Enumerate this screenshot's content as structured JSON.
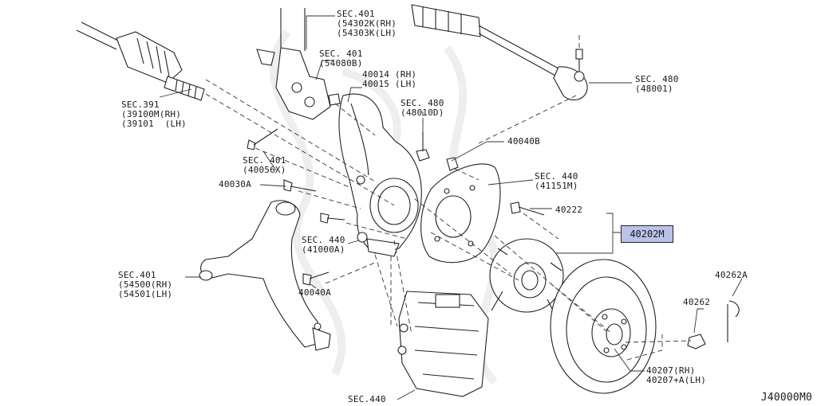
{
  "callouts": {
    "knuckle_sec401": [
      "SEC.401",
      "(54302K(RH)",
      "(54303K(LH)"
    ],
    "bolt_sec401_54080b": [
      "SEC. 401",
      "(54080B)"
    ],
    "knuckle_40014": [
      "40014 (RH)",
      "40015 (LH)"
    ],
    "driveshaft_sec391": [
      "SEC.391",
      "(39100M(RH)",
      "(39101  (LH)"
    ],
    "nut_sec480_48010d": [
      "SEC. 480",
      "(48010D)"
    ],
    "tierod_sec480": [
      "SEC. 480",
      "(48001)"
    ],
    "bolt_40040b": "40040B",
    "bolt_sec401_40056x": [
      "SEC. 401",
      "(40056X)"
    ],
    "baffle_sec440": [
      "SEC. 440",
      "(41151M)"
    ],
    "bolt_40030a": "40030A",
    "bolt_40222": "40222",
    "hub_assembly": "40202M",
    "bolt_sec440_41000a": [
      "SEC. 440",
      "(41000A)"
    ],
    "arm_sec401": [
      "SEC.401",
      "(54500(RH)",
      "(54501(LH)"
    ],
    "bolt_40040a": "40040A",
    "pin_40262a": "40262A",
    "nut_40262": "40262",
    "rotor_40207": [
      "40207(RH)",
      "40207+A(LH)"
    ],
    "caliper_sec440": "SEC.440"
  },
  "diagram_code": "J40000M0",
  "colors": {
    "highlight_box": "#b9c2e8",
    "line": "#222222"
  }
}
